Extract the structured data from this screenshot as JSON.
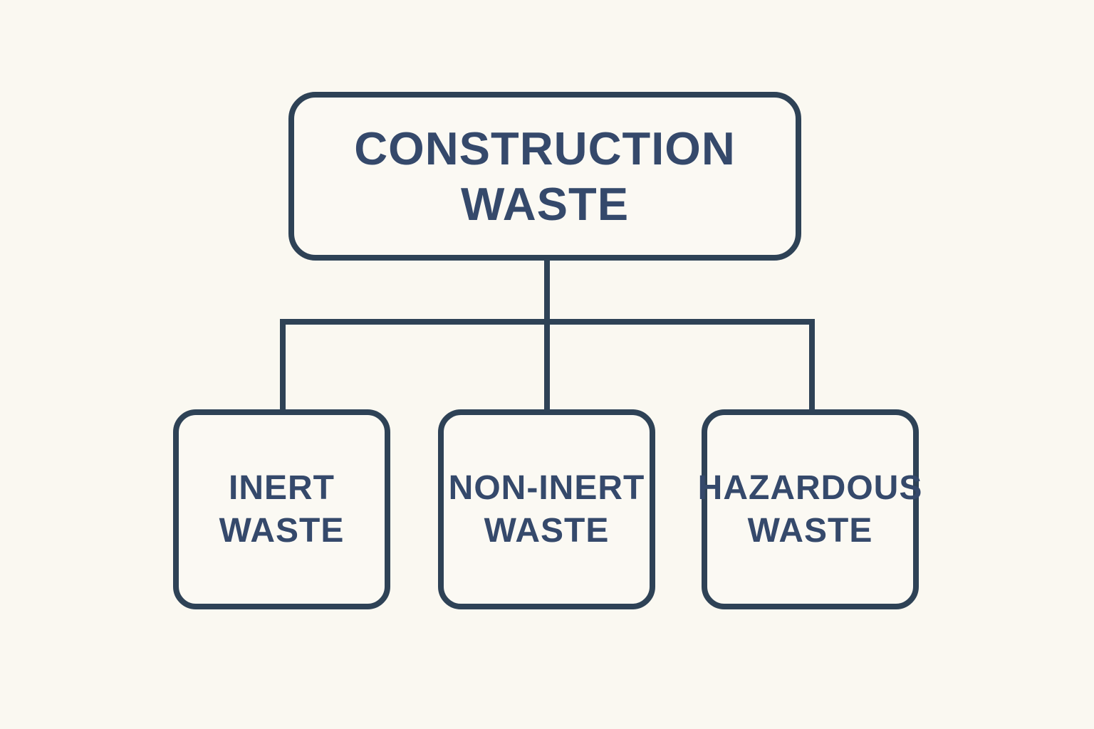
{
  "diagram": {
    "title": "Construction waste classification flowchart",
    "colors": {
      "background": "#faf8f1",
      "line": "#2e4256",
      "text": "#35496b"
    },
    "root": {
      "label": "CONSTRUCTION WASTE",
      "line1": "CONSTRUCTION",
      "line2": "WASTE"
    },
    "children": [
      {
        "label": "INERT WASTE",
        "line1": "INERT",
        "line2": "WASTE"
      },
      {
        "label": "NON-INERT WASTE",
        "line1": "NON-INERT",
        "line2": "WASTE"
      },
      {
        "label": "HAZARDOUS WASTE",
        "line1": "HAZARDOUS",
        "line2": "WASTE"
      }
    ]
  }
}
